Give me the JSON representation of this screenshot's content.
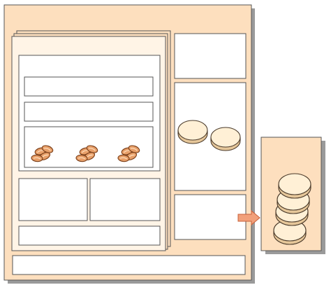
{
  "colors": {
    "background": "#ffffff",
    "panel_fill": "#fddfbe",
    "inner_panel_fill": "#fff4e6",
    "box_fill": "#ffffff",
    "outline": "#555555",
    "shadow": "#9a9a9a",
    "bean_fill": "#e8a06a",
    "bean_outline": "#7a3e18",
    "bean_groove": "#ffe0c0",
    "disc_fill": "#fff0d6",
    "disc_rim": "#e6c79a",
    "disc_outline": "#4a3a2a",
    "arrow_fill": "#f2a07a",
    "arrow_outline": "#c8603a"
  },
  "icons": {
    "beans": "coffee-bean-icon",
    "disc": "bun-disc-icon",
    "arrow": "right-arrow-icon"
  },
  "structure": {
    "bean_clusters": 3,
    "beans_per_cluster": 4,
    "discs_in_middle_box": 2,
    "discs_in_side_stack": 4
  }
}
